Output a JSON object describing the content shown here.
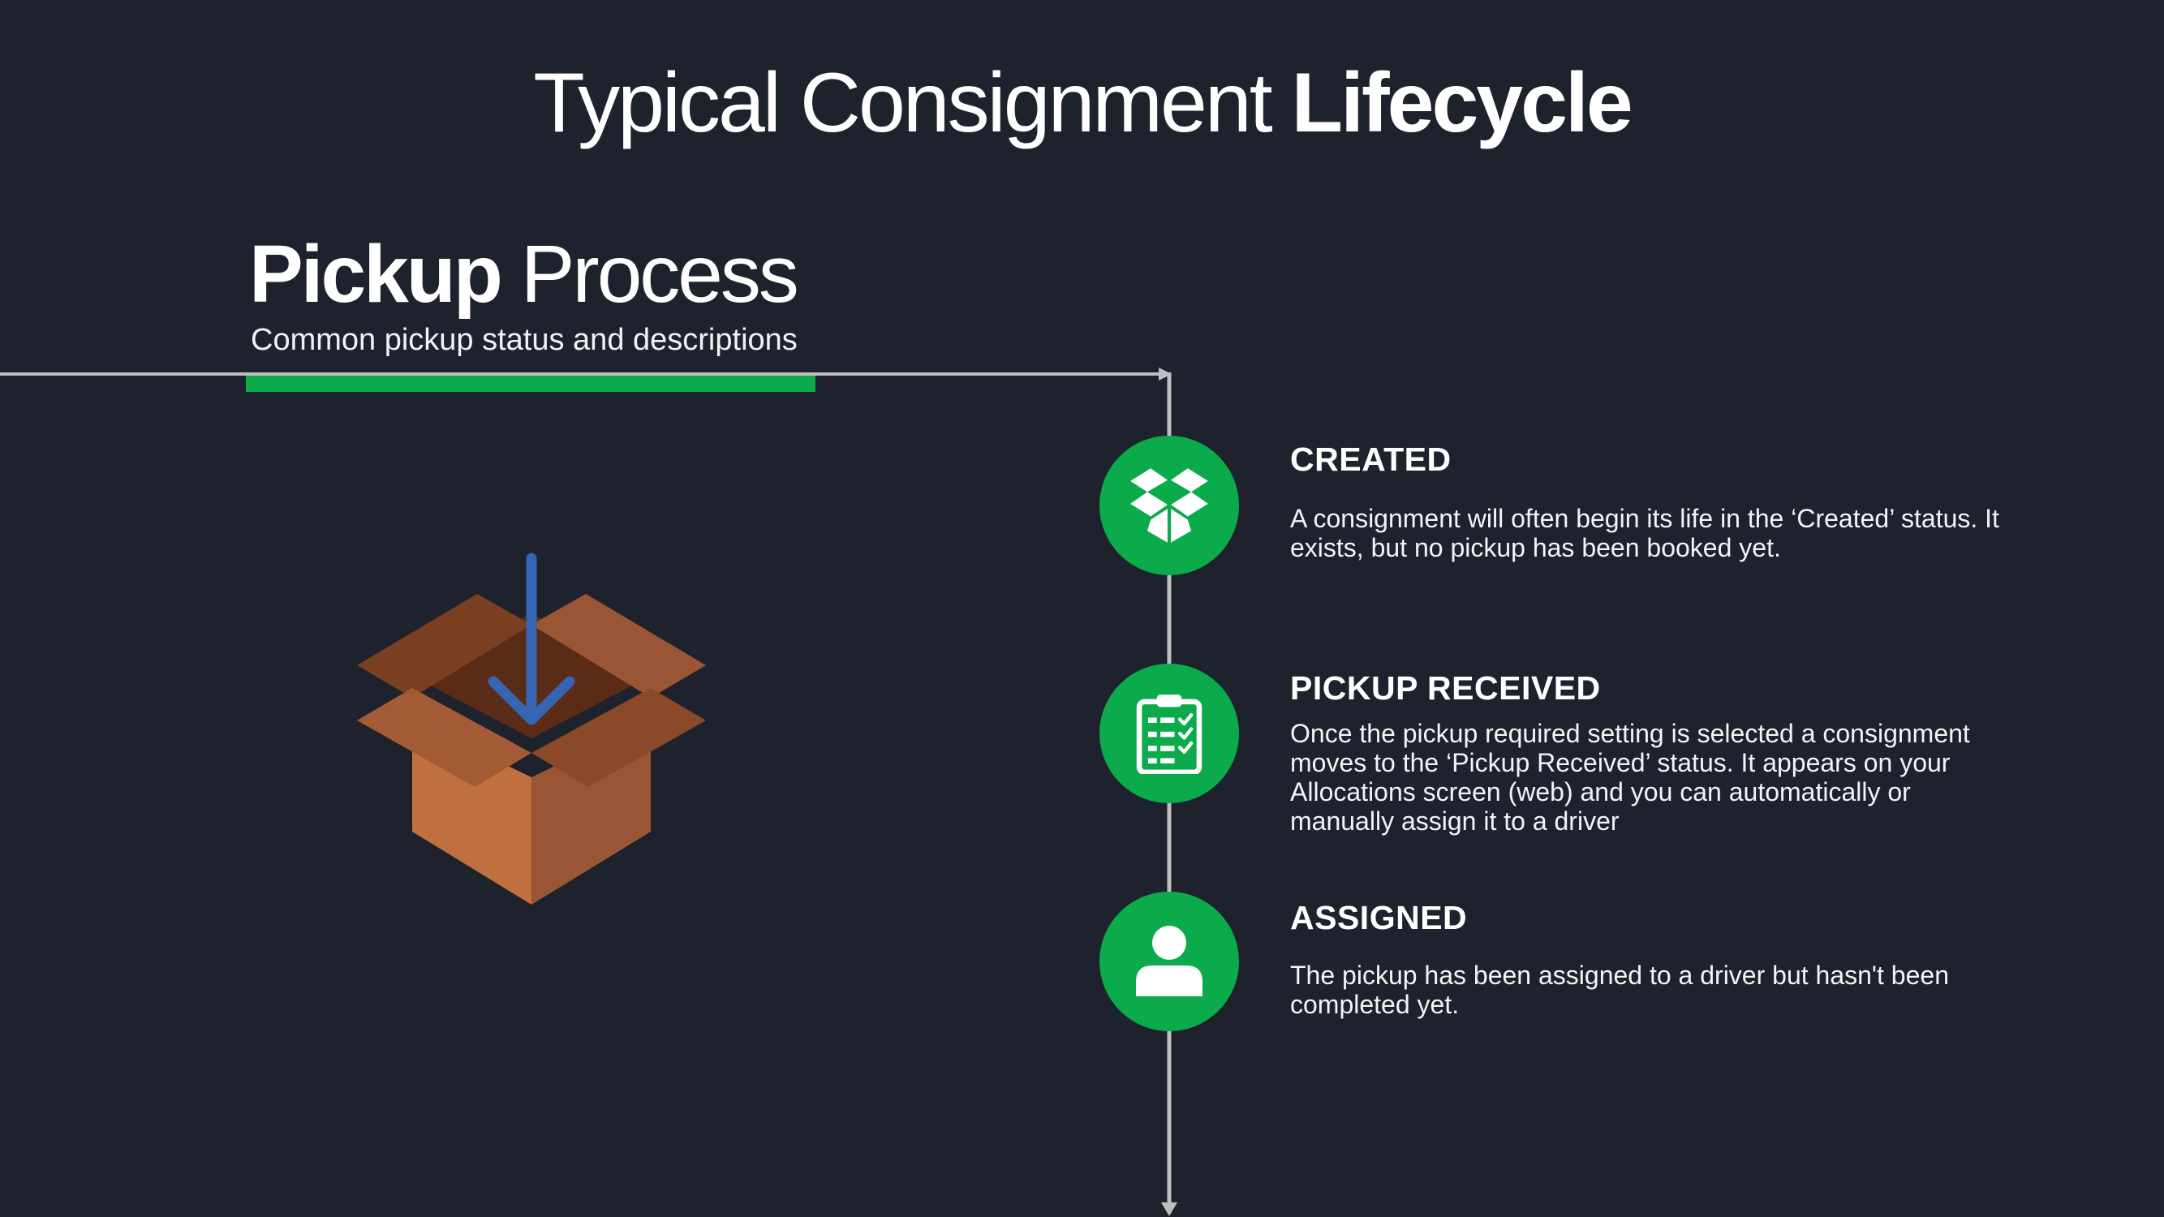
{
  "header": {
    "title_light": "Typical Consignment",
    "title_bold": "Lifecycle"
  },
  "section": {
    "title_bold": "Pickup",
    "title_light": "Process",
    "subtitle": "Common pickup status and descriptions"
  },
  "illustration": {
    "icon": "open-box-with-down-arrow",
    "colors": {
      "box_light": "#c0703f",
      "box_dark": "#9a5634",
      "box_inner": "#5a2c17",
      "arrow": "#3565b3"
    }
  },
  "colors": {
    "background": "#1e222c",
    "accent": "#0bab4c",
    "connector": "#bfbfbf"
  },
  "statuses": [
    {
      "icon": "dropbox-icon",
      "title": "CREATED",
      "description": "A consignment will often begin its life in the ‘Created’ status. It exists, but no pickup has been booked yet."
    },
    {
      "icon": "clipboard-checklist-icon",
      "title": "PICKUP RECEIVED",
      "description": "Once the pickup required setting is selected a consignment moves to the ‘Pickup Received’ status. It appears on your Allocations screen (web) and you can automatically or manually assign it to a driver"
    },
    {
      "icon": "user-icon",
      "title": "ASSIGNED",
      "description": "The pickup has been assigned to a driver but hasn't been completed yet."
    }
  ]
}
